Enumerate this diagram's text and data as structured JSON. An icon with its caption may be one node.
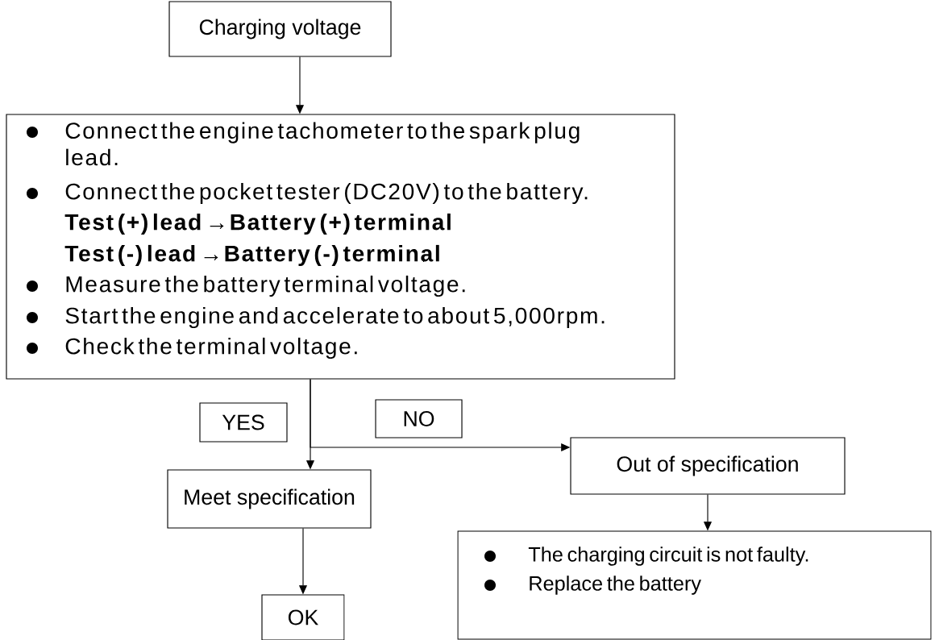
{
  "diagram": {
    "nodes": [
      {
        "text": [
          "Charging voltage"
        ]
      },
      {
        "text": [
          "Connect the engine tachometer to the spark plug lead.",
          "Connect the pocket tester (DC20V) to the battery.",
          "Test (+) lead →Battery (+) terminal",
          "Test (-) lead →Battery (-) terminal",
          "Measure the battery terminal voltage.",
          "Start the engine and accelerate to about 5,000rpm.",
          "Check the terminal voltage."
        ]
      },
      {
        "text": [
          "YES"
        ]
      },
      {
        "text": [
          "NO"
        ]
      },
      {
        "text": [
          "Meet specification"
        ]
      },
      {
        "text": [
          "Out of specification"
        ]
      },
      {
        "text": [
          "OK"
        ]
      },
      {
        "text": [
          "The charging circuit is not faulty.",
          "Replace the battery"
        ]
      }
    ],
    "edges": [
      {
        "from": 0,
        "to": 1,
        "arrow": "to"
      },
      {
        "from": 1,
        "to": 4,
        "arrow": "to"
      },
      {
        "from": 1,
        "to": 5,
        "arrow": "to"
      },
      {
        "from": 4,
        "to": 6,
        "arrow": "to"
      },
      {
        "from": 5,
        "to": 7,
        "arrow": "to"
      }
    ]
  }
}
